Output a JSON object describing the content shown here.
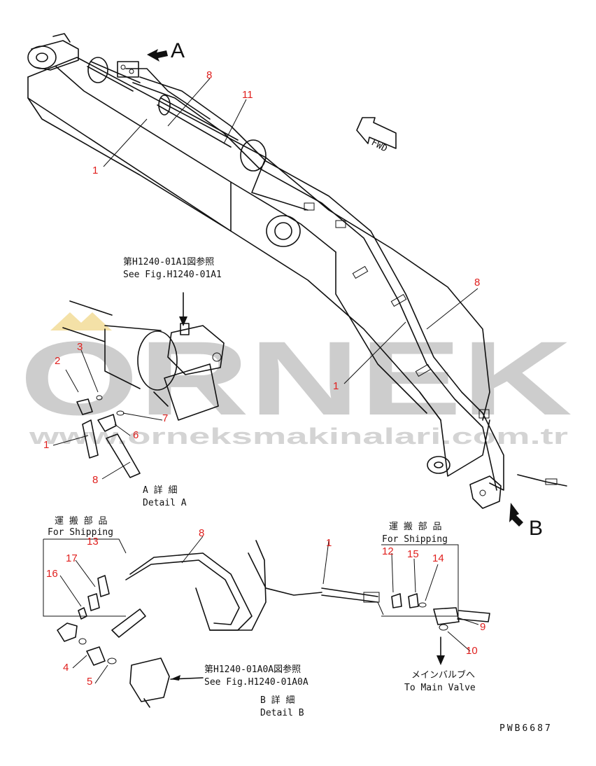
{
  "callouts": {
    "n1_top": "1",
    "n8_top": "8",
    "n11": "11",
    "n8_right": "8",
    "n1_mid": "1",
    "n3": "3",
    "n2": "2",
    "n1_left": "1",
    "n7": "7",
    "n6": "6",
    "n8_left": "8",
    "n8_hose": "8",
    "n1_hose": "1",
    "n13": "13",
    "n17": "17",
    "n16": "16",
    "n12": "12",
    "n15": "15",
    "n14": "14",
    "n9": "9",
    "n10": "10",
    "n4": "4",
    "n5": "5"
  },
  "view_letters": {
    "a": "A",
    "b": "B"
  },
  "fwd": "FWD",
  "ref_a": {
    "jp": "第H1240-01A1図参照",
    "en": "See Fig.H1240-01A1"
  },
  "detail_a": {
    "jp": "A 詳 細",
    "en": "Detail A"
  },
  "shipping_left": {
    "jp": "運 搬 部 品",
    "en": "For Shipping"
  },
  "shipping_right": {
    "jp": "運 搬 部 品",
    "en": "For Shipping"
  },
  "ref_b": {
    "jp": "第H1240-01A0A図参照",
    "en": "See Fig.H1240-01A0A"
  },
  "detail_b": {
    "jp": "B 詳 細",
    "en": "Detail B"
  },
  "main_valve": {
    "jp": "メインバルブへ",
    "en": "To Main Valve"
  },
  "drawing_code": "PWB6687",
  "watermark": {
    "brand": "ORNEK",
    "url": "www.orneksmakinalari.com.tr"
  },
  "colors": {
    "callout": "#e0201e",
    "watermark": "#bdbdbd",
    "line": "#111111"
  }
}
